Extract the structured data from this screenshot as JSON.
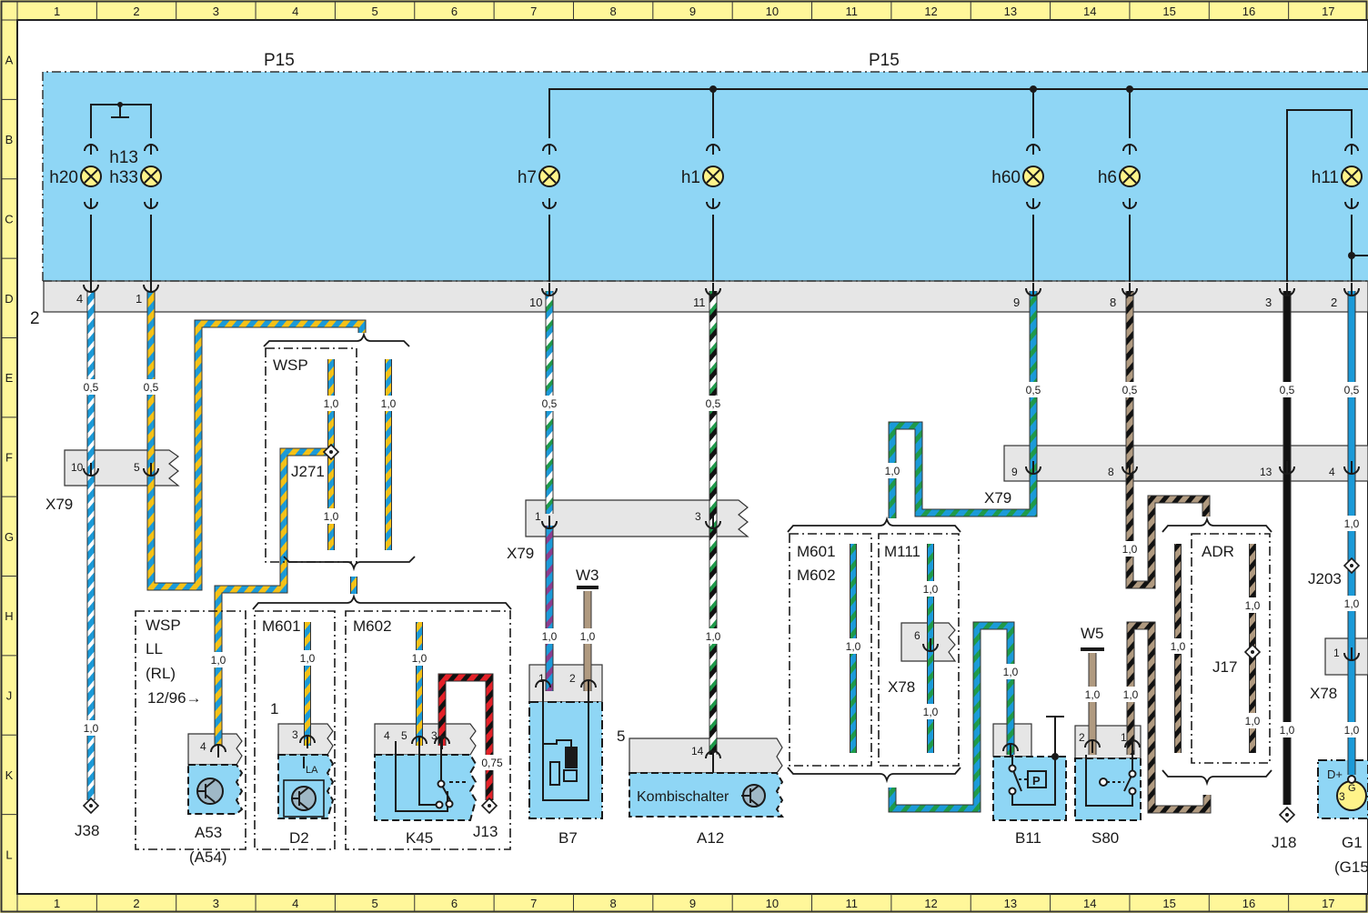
{
  "diagram": {
    "title": "P15",
    "colors": {
      "frame": "#fff79a",
      "panel": "#8fd6f5",
      "connector": "#e6e6e6",
      "lamp": "#fff38a",
      "blue": "#1b9ad8",
      "yellow": "#f5c117",
      "green": "#1f9a4a",
      "black": "#111111",
      "brown": "#b09a80",
      "red": "#e32128",
      "violet": "#8b3d8f",
      "white": "#ffffff"
    },
    "grid_columns": [
      "1",
      "2",
      "3",
      "4",
      "5",
      "6",
      "7",
      "8",
      "9",
      "10",
      "11",
      "12",
      "13",
      "14",
      "15",
      "16",
      "17"
    ],
    "grid_rows": [
      "A",
      "B",
      "C",
      "D",
      "E",
      "F",
      "G",
      "H",
      "J",
      "K",
      "L"
    ],
    "panel_labels": [
      "P15",
      "P15"
    ],
    "connector_strip_label": "2",
    "lamps": [
      {
        "id": "h20",
        "label": "h20",
        "pin": "4"
      },
      {
        "id": "h13h33",
        "label_top": "h13",
        "label": "h33",
        "pin": "1"
      },
      {
        "id": "h7",
        "label": "h7",
        "pin": "10"
      },
      {
        "id": "h1",
        "label": "h1",
        "pin": "11"
      },
      {
        "id": "h60",
        "label": "h60",
        "pin": "9"
      },
      {
        "id": "h6",
        "label": "h6",
        "pin": "8"
      },
      {
        "id": "h11",
        "label": "h11",
        "pin": "2"
      }
    ],
    "strip_pins": [
      {
        "label": "4"
      },
      {
        "label": "1"
      },
      {
        "label": "10"
      },
      {
        "label": "11"
      },
      {
        "label": "9"
      },
      {
        "label": "8"
      },
      {
        "label": "3"
      },
      {
        "label": "2"
      }
    ],
    "wire_sizes": {
      "w05": "0,5",
      "w10": "1,0",
      "w075": "0,75"
    },
    "connectors": {
      "x79_left": {
        "label": "X79",
        "pins": [
          "10",
          "5"
        ]
      },
      "x79_mid": {
        "label": "X79",
        "pins": [
          "1",
          "3"
        ]
      },
      "x79_right": {
        "label": "X79",
        "pins": [
          "9",
          "8",
          "13",
          "4"
        ]
      },
      "x78_mid": {
        "label": "X78",
        "pins": [
          "6"
        ]
      },
      "x78_right": {
        "label": "X78",
        "pins": [
          "1"
        ]
      }
    },
    "groups": {
      "wsp_top": "WSP",
      "wsp_ll": [
        "WSP",
        "LL",
        "(RL)",
        "12/96→"
      ],
      "m601": "M601",
      "m602": "M602",
      "m601_m602": [
        "M601",
        "M602"
      ],
      "m111": "M111",
      "adr": "ADR"
    },
    "components": {
      "A53": {
        "label": "A53",
        "alt": "(A54)",
        "pin": "4"
      },
      "D2": {
        "label": "D2",
        "pin": "3",
        "note": "LA",
        "index": "1"
      },
      "K45": {
        "label": "K45",
        "pins": [
          "4",
          "5",
          "3"
        ]
      },
      "J13": {
        "label": "J13"
      },
      "B7": {
        "label": "B7",
        "pins": [
          "1",
          "2"
        ]
      },
      "W3": {
        "label": "W3"
      },
      "A12": {
        "label": "A12",
        "pin": "14",
        "text": "Kombischalter",
        "index": "5"
      },
      "B11": {
        "label": "B11",
        "symbol": "P"
      },
      "S80": {
        "label": "S80",
        "pins": [
          "2",
          "1"
        ]
      },
      "W5": {
        "label": "W5"
      },
      "J18": {
        "label": "J18"
      },
      "J17": {
        "label": "J17"
      },
      "J203": {
        "label": "J203"
      },
      "J271": {
        "label": "J271"
      },
      "J38": {
        "label": "J38"
      },
      "G1": {
        "label": "G1",
        "alt": "(G15",
        "terminal": "D+",
        "pin": "3",
        "symbol": "G"
      }
    }
  }
}
